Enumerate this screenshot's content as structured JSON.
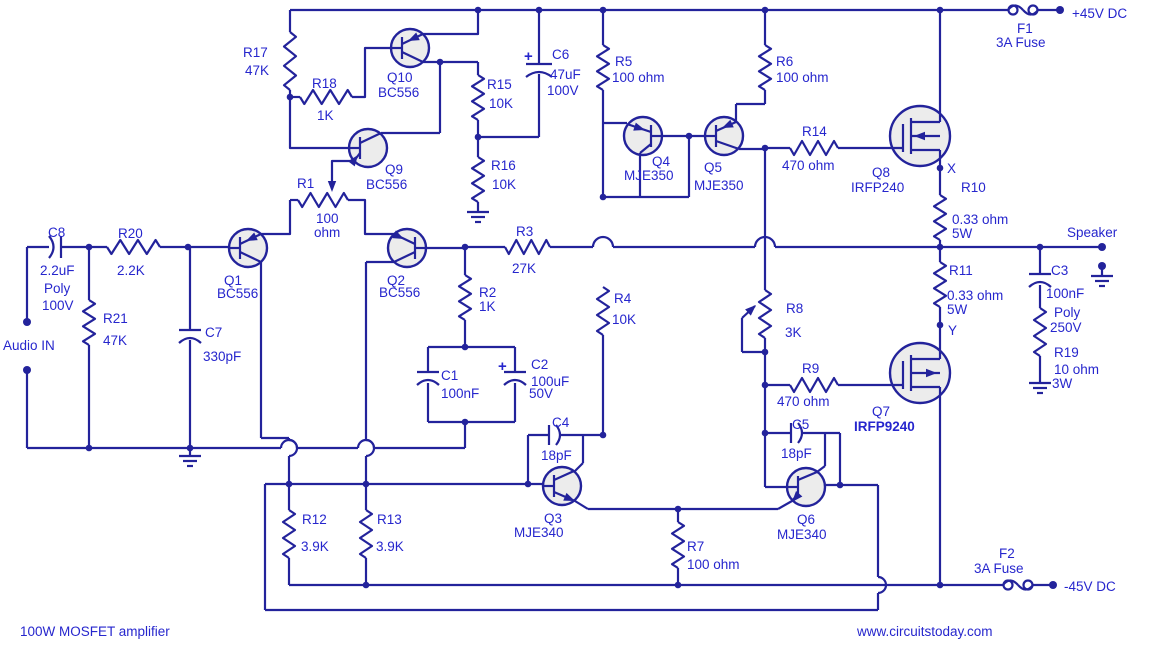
{
  "title": "100W MOSFET amplifier",
  "website": "www.circuitstoday.com",
  "io": {
    "input": "Audio IN",
    "output": "Speaker"
  },
  "nodes": {
    "x": "X",
    "y": "Y"
  },
  "polarity": "+",
  "power": {
    "f1": {
      "label": "F1",
      "rating": "3A Fuse",
      "rail": "+45V DC"
    },
    "f2": {
      "label": "F2",
      "rating": "3A Fuse",
      "rail": "-45V DC"
    }
  },
  "components": {
    "r1": {
      "label": "R1",
      "lines": [
        "100",
        "ohm"
      ]
    },
    "r2": {
      "label": "R2",
      "lines": [
        "1K"
      ]
    },
    "r3": {
      "label": "R3",
      "lines": [
        "27K"
      ]
    },
    "r4": {
      "label": "R4",
      "lines": [
        "10K"
      ]
    },
    "r5": {
      "label": "R5",
      "lines": [
        "100 ohm"
      ]
    },
    "r6": {
      "label": "R6",
      "lines": [
        "100 ohm"
      ]
    },
    "r7": {
      "label": "R7",
      "lines": [
        "100 ohm"
      ]
    },
    "r8": {
      "label": "R8",
      "lines": [
        "3K"
      ]
    },
    "r9": {
      "label": "R9",
      "lines": [
        "470 ohm"
      ]
    },
    "r10": {
      "label": "R10",
      "lines": [
        "0.33 ohm",
        "5W"
      ]
    },
    "r11": {
      "label": "R11",
      "lines": [
        "0.33 ohm",
        "5W"
      ]
    },
    "r12": {
      "label": "R12",
      "lines": [
        "3.9K"
      ]
    },
    "r13": {
      "label": "R13",
      "lines": [
        "3.9K"
      ]
    },
    "r14": {
      "label": "R14",
      "lines": [
        "470 ohm"
      ]
    },
    "r15": {
      "label": "R15",
      "lines": [
        "10K"
      ]
    },
    "r16": {
      "label": "R16",
      "lines": [
        "10K"
      ]
    },
    "r17": {
      "label": "R17",
      "lines": [
        "47K"
      ]
    },
    "r18": {
      "label": "R18",
      "lines": [
        "1K"
      ]
    },
    "r19": {
      "label": "R19",
      "lines": [
        "10 ohm",
        "3W"
      ]
    },
    "r20": {
      "label": "R20",
      "lines": [
        "2.2K"
      ]
    },
    "r21": {
      "label": "R21",
      "lines": [
        "47K"
      ]
    },
    "c1": {
      "label": "C1",
      "lines": [
        "100nF"
      ]
    },
    "c2": {
      "label": "C2",
      "lines": [
        "100uF",
        "50V"
      ]
    },
    "c3": {
      "label": "C3",
      "lines": [
        "100nF",
        "Poly",
        "250V"
      ]
    },
    "c4": {
      "label": "C4",
      "lines": [
        "18pF"
      ]
    },
    "c5": {
      "label": "C5",
      "lines": [
        "18pF"
      ]
    },
    "c6": {
      "label": "C6",
      "lines": [
        "47uF",
        "100V"
      ]
    },
    "c7": {
      "label": "C7",
      "lines": [
        "330pF"
      ]
    },
    "c8": {
      "label": "C8",
      "lines": [
        "2.2uF",
        "Poly",
        "100V"
      ]
    },
    "q1": {
      "label": "Q1",
      "part": "BC556"
    },
    "q2": {
      "label": "Q2",
      "part": "BC556"
    },
    "q3": {
      "label": "Q3",
      "part": "MJE340"
    },
    "q4": {
      "label": "Q4",
      "part": "MJE350"
    },
    "q5": {
      "label": "Q5",
      "part": "MJE350"
    },
    "q6": {
      "label": "Q6",
      "part": "MJE340"
    },
    "q7": {
      "label": "Q7",
      "part": "IRFP9240"
    },
    "q8": {
      "label": "Q8",
      "part": "IRFP240"
    },
    "q9": {
      "label": "Q9",
      "part": "BC556"
    },
    "q10": {
      "label": "Q10",
      "part": "BC556"
    }
  },
  "colors": {
    "ink": "#23239b",
    "text": "#2626cd",
    "body_fill": "#ececec"
  }
}
